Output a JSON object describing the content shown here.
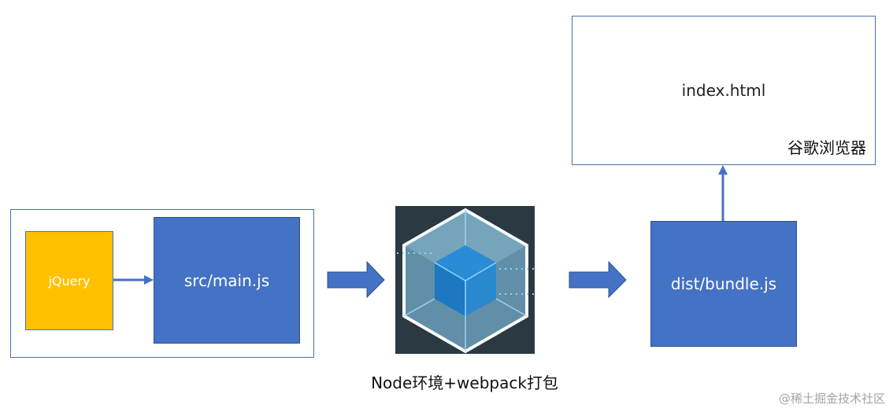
{
  "browser": {
    "file_label": "index.html",
    "name": "谷歌浏览器"
  },
  "source": {
    "library_label": "jQuery",
    "entry_label": "src/main.js"
  },
  "bundler": {
    "logo_icon": "webpack-cube-icon",
    "caption": "Node环境+webpack打包"
  },
  "output": {
    "bundle_label": "dist/bundle.js"
  },
  "watermark": "@稀土掘金技术社区",
  "colors": {
    "blue": "#4472c4",
    "yellow": "#ffc000",
    "logo_bg": "#2b3a42"
  }
}
